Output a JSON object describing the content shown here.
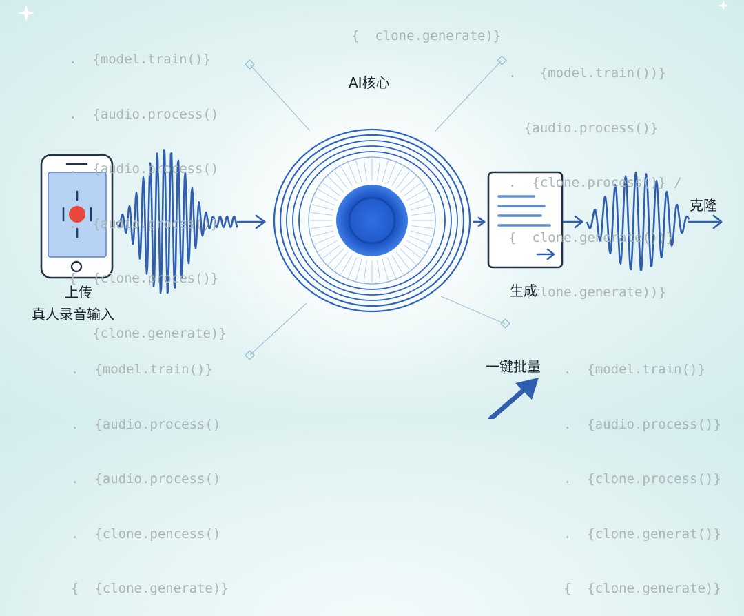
{
  "labels": {
    "upload": "上传",
    "input": "真人录音输入",
    "ai_core": "AI核心",
    "generate": "生成",
    "clone": "克隆",
    "batch": "一键批量"
  },
  "code_blocks": {
    "top_center": [
      "{  clone.generate)}"
    ],
    "top_left": [
      ".  {model.train()}",
      ".  {audio.process()",
      ".  {audio.process()",
      ".  {audio.proces()}",
      "{  {clone.proces()}",
      "   {clone.generate)}"
    ],
    "top_right": [
      ".   {model.train())}",
      "  {audio.process()}",
      ".  {clone.process()} /",
      "{  clone.generate())}",
      "  {clone.generate))}"
    ],
    "bottom_left": [
      ".  {model.train()}",
      ".  {audio.process()",
      ".  {audio.process()",
      ".  {clone.pencess()",
      "{  {clone.generate)}"
    ],
    "bottom_right": [
      ".  {model.train()}",
      ".  {audio.process()}",
      ".  {clone.process()}",
      ".  {clone.generat()}",
      "{  {clone.generate)}"
    ]
  },
  "colors": {
    "primary_blue": "#2f5fae",
    "light_blue": "#5a8fd6",
    "record_red": "#e8473b",
    "code_gray": "#a9b5b8"
  },
  "icons": [
    "sparkle-icon",
    "phone-icon",
    "record-dot-icon",
    "document-icon",
    "arrow-icon",
    "growth-arrow-icon"
  ]
}
